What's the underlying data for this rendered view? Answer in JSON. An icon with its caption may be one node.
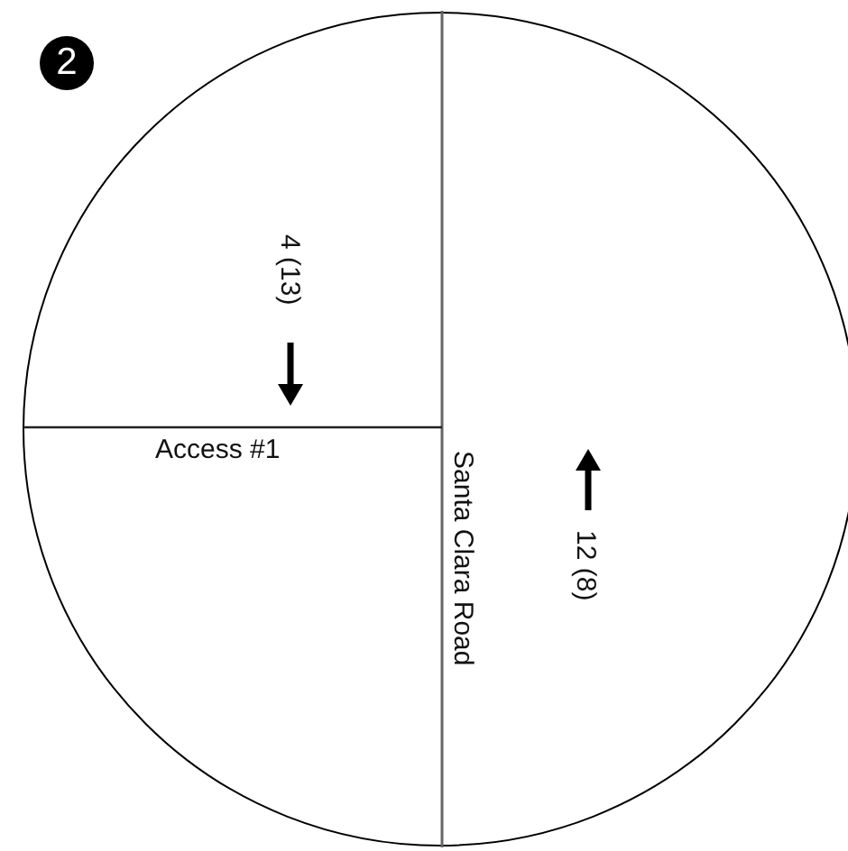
{
  "diagram": {
    "labels": [
      "2",
      "4 (13)",
      "Access #1",
      "Santa Clara Road",
      "12 (8)"
    ]
  }
}
